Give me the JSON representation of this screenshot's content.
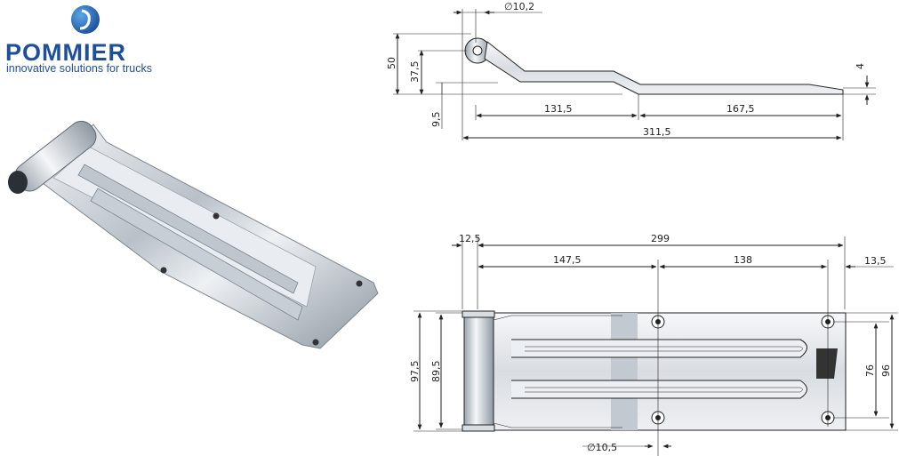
{
  "brand": {
    "name": "POMMIER",
    "tagline": "innovative solutions for trucks",
    "color": "#1d4f9c"
  },
  "side_view": {
    "dims": {
      "hole_diameter": "∅10,2",
      "total_height": "50",
      "pivot_height": "37,5",
      "pivot_offset": "9,5",
      "thickness": "4",
      "segment_a": "131,5",
      "segment_b": "167,5",
      "total_length": "311,5"
    }
  },
  "top_view": {
    "dims": {
      "knuckle_offset": "12,5",
      "total_length": "299",
      "hole_spacing_a": "147,5",
      "hole_spacing_b": "138",
      "end_margin": "13,5",
      "overall_width": "97,5",
      "knuckle_length": "89,5",
      "hole_pitch": "76",
      "plate_width": "96",
      "hole_diameter": "∅10,5"
    }
  }
}
